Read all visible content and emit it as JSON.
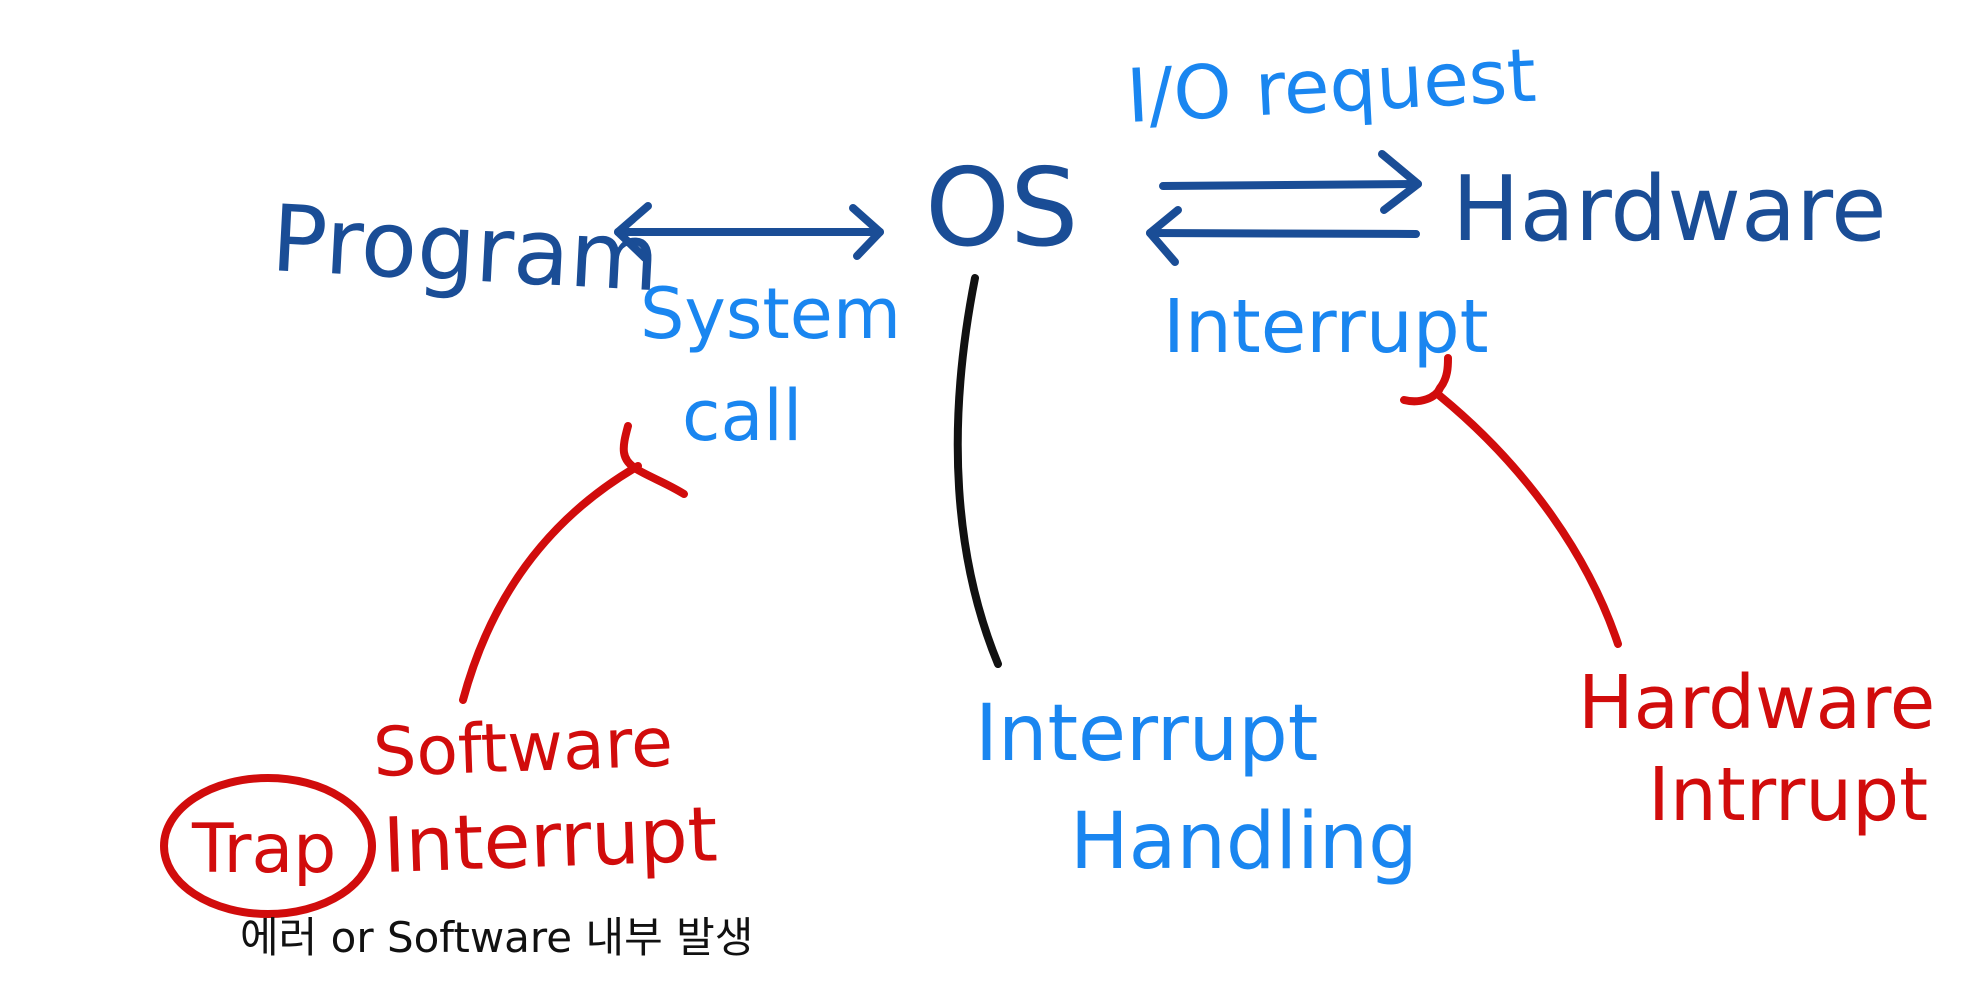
{
  "nodes": {
    "program": "Program",
    "os": "OS",
    "hardware": "Hardware"
  },
  "edges": {
    "system_call_line1": "System",
    "system_call_line2": "call",
    "io_request": "I/O request",
    "interrupt": "Interrupt",
    "interrupt_handling_line1": "Interrupt",
    "interrupt_handling_line2": "Handling"
  },
  "annotations": {
    "software_interrupt_line1": "Software",
    "software_interrupt_line2": "Interrupt",
    "trap": "Trap",
    "trap_note": "에러 or Software 내부 발생",
    "hardware_interrupt_line1": "Hardware",
    "hardware_interrupt_line2": "Intrrupt"
  },
  "colors": {
    "node": "#1a4d96",
    "edge_label": "#1a86f0",
    "annotation": "#d10c0c",
    "note": "#111111"
  }
}
